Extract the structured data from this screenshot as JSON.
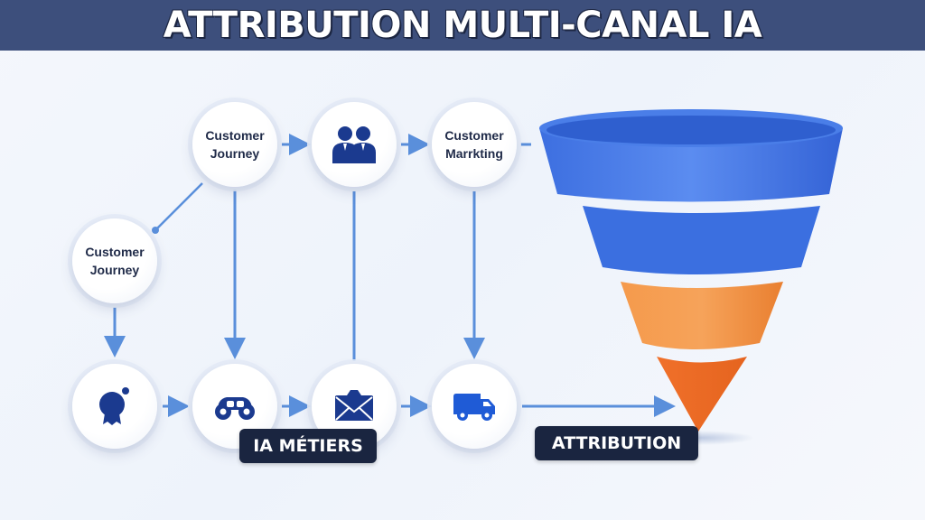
{
  "title": "ATTRIBUTION MULTI-CANAL IA",
  "nodes": {
    "top_journey": "Customer\nJourney",
    "top_marketing": "Customer\nMarrkting",
    "left_journey": "Customer\nJourney"
  },
  "icons": {
    "top_middle": "users-icon",
    "bottom_1": "person-award-icon",
    "bottom_2": "car-icon",
    "bottom_3": "envelope-icon",
    "bottom_4": "van-icon"
  },
  "tags": {
    "ia_metiers": "IA MÉTIERS",
    "attribution": "ATTRIBUTION"
  },
  "colors": {
    "banner": "#3d4f7c",
    "arrow": "#5a8fdb",
    "icon": "#1b3a8f",
    "funnel_blue": "#3b6fe0",
    "funnel_orange": "#f28a3c",
    "tag_bg": "#1a2540"
  }
}
